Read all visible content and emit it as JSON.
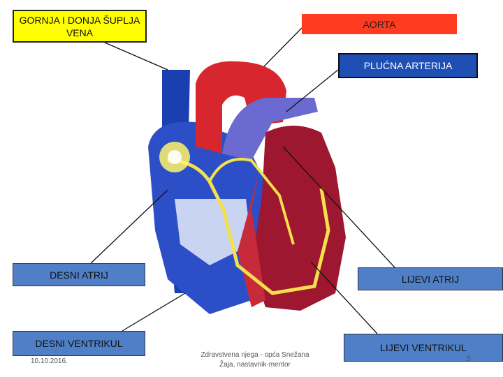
{
  "labels": {
    "vena": "GORNJA I DONJA ŠUPLJA VENA",
    "aorta": "AORTA",
    "plucna_arterija": "PLUĆNA ARTERIJA",
    "desni_atrij": "DESNI ATRIJ",
    "lijevi_atrij": "LIJEVI ATRIJ",
    "desni_ventrikul": "DESNI VENTRIKUL",
    "lijevi_ventrikul": "LIJEVI VENTRIKUL"
  },
  "footer": {
    "date": "10.10.2016.",
    "credit": "Zdravstvena njega - opća Snežana Žaja, nastavnik-mentor",
    "slide_number": "5"
  },
  "colors": {
    "vein_blue": "#1a3fb0",
    "aorta_red": "#d8262e",
    "pulmonary_purple": "#6a6ad0",
    "left_chamber": "#9e1730",
    "conduction_yellow": "#f4e04a"
  }
}
